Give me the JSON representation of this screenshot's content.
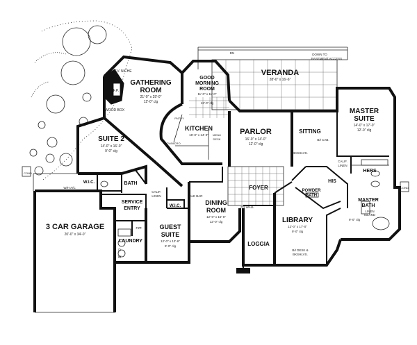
{
  "rooms": {
    "gathering": {
      "name": [
        "GATHERING",
        "ROOM"
      ],
      "size": "21'-0\" x 29'-0\"",
      "ceiling": "12'-0\" clg"
    },
    "good_morning": {
      "name": [
        "GOOD",
        "MORNING",
        "ROOM"
      ],
      "size": "11'-0\" x 11'-0\"",
      "ceiling": "12'-0\" clg"
    },
    "veranda": {
      "name": [
        "VERANDA"
      ],
      "size": "28'-0\" x 16'-6\""
    },
    "master_suite": {
      "name": [
        "MASTER",
        "SUITE"
      ],
      "size": "14'-0\" x 17'-0\"",
      "ceiling": "12'-0\" clg"
    },
    "kitchen": {
      "name": [
        "KITCHEN"
      ],
      "size": "16'-0\" x 14'-0\""
    },
    "parlor": {
      "name": [
        "PARLOR"
      ],
      "size": "16'-0\" x 14'-0\"",
      "ceiling": "12'-0\" clg"
    },
    "sitting": {
      "name": [
        "SITTING"
      ]
    },
    "suite2": {
      "name": [
        "SUITE 2"
      ],
      "size": "14'-0\" x 16'-0\"",
      "ceiling": "9'-0\" clg"
    },
    "garage": {
      "name": [
        "3 CAR GARAGE"
      ],
      "size": "20'-0\" x 34'-0\""
    },
    "dining": {
      "name": [
        "DINING",
        "ROOM"
      ],
      "size": "12'-0\" x 15'-6\"",
      "ceiling": "12'-0\" clg"
    },
    "guest": {
      "name": [
        "GUEST",
        "SUITE"
      ],
      "size": "12'-0\" x 13'-6\"",
      "ceiling": "9'-0\" clg"
    },
    "library": {
      "name": [
        "LIBRARY"
      ],
      "size": "12'-0\" x 17'-0\"",
      "ceiling": "9'-0\" clg"
    },
    "master_bath": {
      "name": [
        "MASTER",
        "BATH"
      ],
      "ceiling": "9'-0\" clg"
    },
    "foyer": {
      "name": [
        "FOYER"
      ]
    },
    "loggia": {
      "name": [
        "LOGGIA"
      ]
    },
    "service_entry": {
      "name": [
        "SERVICE",
        "ENTRY"
      ]
    },
    "laundry": {
      "name": [
        "LAUNDRY"
      ]
    },
    "bath": {
      "name": [
        "BATH"
      ]
    },
    "wic_left": {
      "name": [
        "W.I.C."
      ]
    },
    "wic_guest": {
      "name": [
        "W.I.C."
      ]
    },
    "his": {
      "name": [
        "HIS"
      ]
    },
    "hers": {
      "name": [
        "HERS"
      ]
    },
    "powder": {
      "name": [
        "POWDER",
        "BATH"
      ]
    }
  },
  "notes": {
    "tv_niche": "T.V. NICHE",
    "fp": "F.P.",
    "wood_box": "WOOD BOX",
    "down_to_basement": [
      "DOWN TO",
      "BASEMENT ACCESS"
    ],
    "dn": "DN",
    "bkshlvs_parlor": "BKSHLVS.",
    "bi_cab": "B/I CAB.",
    "calif_linen_master": [
      "CALIF.",
      "LINEN"
    ],
    "linen_island": [
      "LINEN",
      "ISLAND"
    ],
    "calif_linen_bath": [
      "CALIF.",
      "LINEN"
    ],
    "wh_ac": "W/H A/C",
    "cond_left": "COND",
    "cond_right": "COND",
    "ale_bar": "ALE BAR",
    "fr_wall": "FR WALL",
    "bi_desk": [
      "B/I DESK &",
      "BKSHLVS."
    ],
    "pantry": "PNTRY",
    "ov_micro": "OV/MICRO.",
    "menu_desk": [
      "MENU",
      "DESK"
    ],
    "fzt": "FZT.",
    "d_label": "D",
    "w_label": "W"
  }
}
